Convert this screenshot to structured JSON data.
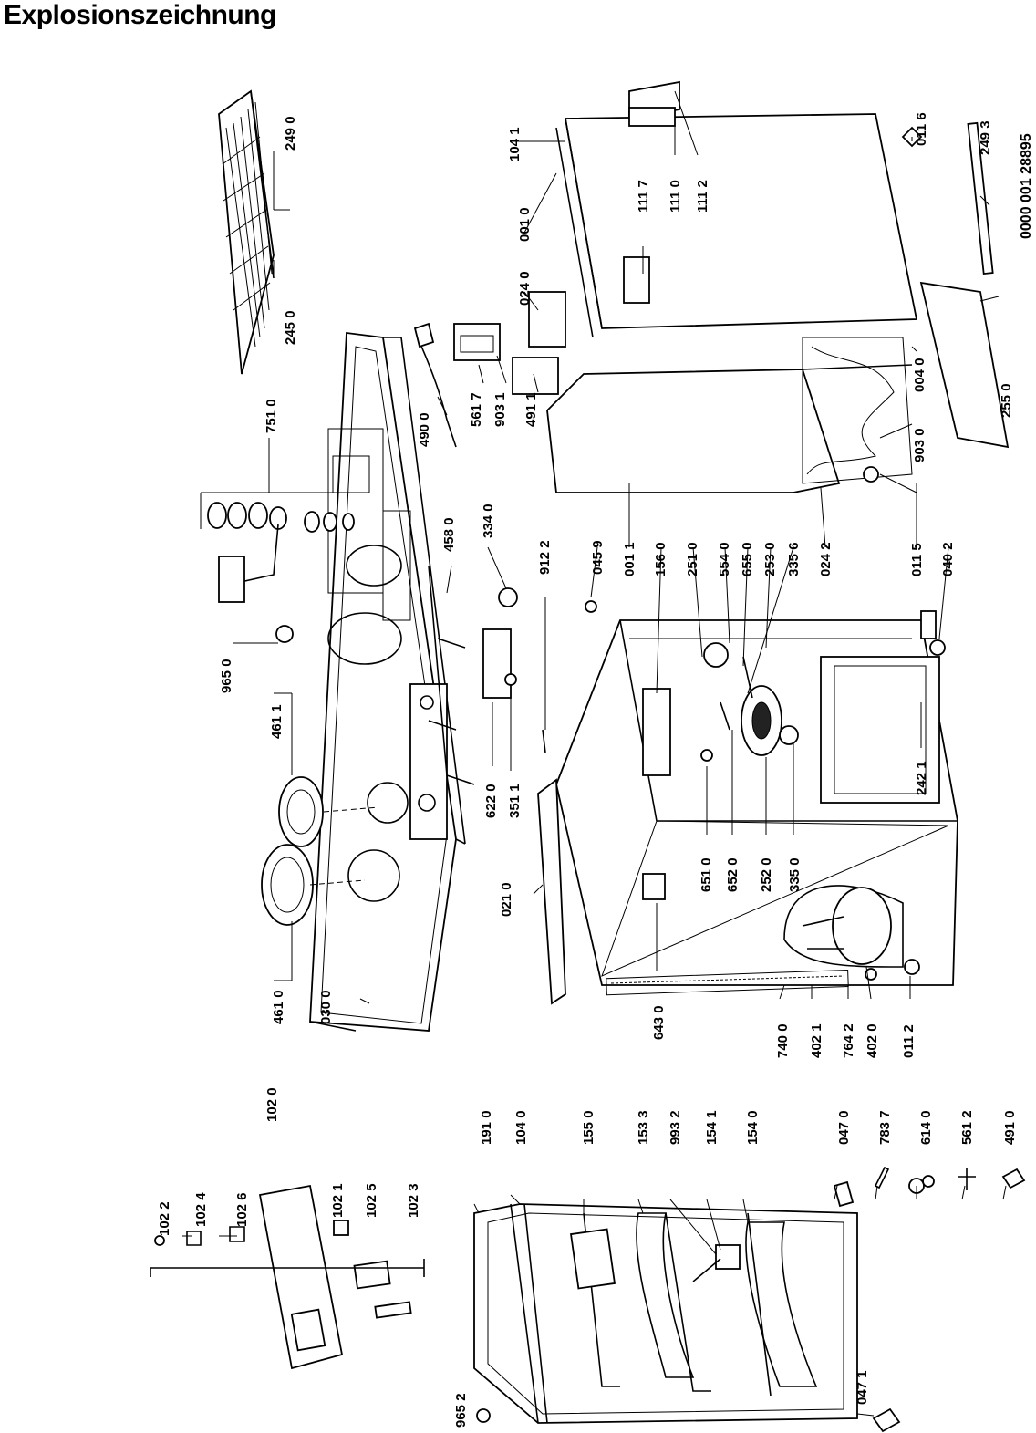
{
  "title": "Explosionszeichnung",
  "doc_number": "0000 001 28895",
  "labels": {
    "l102_2": "102 2",
    "l102_4": "102 4",
    "l102_6": "102 6",
    "l102_1": "102 1",
    "l102_5": "102 5",
    "l102_3": "102 3",
    "l102_0": "102 0",
    "l965_2": "965 2",
    "l191_0": "191 0",
    "l104_0": "104 0",
    "l155_0": "155 0",
    "l153_3": "153 3",
    "l993_2": "993 2",
    "l154_1": "154 1",
    "l154_0": "154 0",
    "l047_0": "047 0",
    "l783_7": "783 7",
    "l614_0": "614 0",
    "l561_2": "561 2",
    "l491_0": "491 0",
    "l047_1": "047 1",
    "l461_0": "461 0",
    "l030_0": "030 0",
    "l965_0": "965 0",
    "l461_1": "461 1",
    "l751_0": "751 0",
    "l245_0": "245 0",
    "l249_0": "249 0",
    "l490_0": "490 0",
    "l561_7": "561 7",
    "l903_1": "903 1",
    "l491_1": "491 1",
    "l458_0": "458 0",
    "l334_0": "334 0",
    "l912_2": "912 2",
    "l622_0": "622 0",
    "l351_1": "351 1",
    "l021_0": "021 0",
    "l643_0": "643 0",
    "l740_0": "740 0",
    "l402_1": "402 1",
    "l764_2": "764 2",
    "l402_0": "402 0",
    "l011_2": "011 2",
    "l651_0": "651 0",
    "l652_0": "652 0",
    "l252_0": "252 0",
    "l335_0": "335 0",
    "l045_9": "045 9",
    "l001_1": "001 1",
    "l156_0": "156 0",
    "l251_0": "251 0",
    "l554_0": "554 0",
    "l655_0": "655 0",
    "l253_0": "253 0",
    "l335_6": "335 6",
    "l024_2": "024 2",
    "l242_1": "242 1",
    "l011_5": "011 5",
    "l040_2": "040 2",
    "l104_1": "104 1",
    "l001_0": "001 0",
    "l024_0": "024 0",
    "l111_7": "111 7",
    "l111_0": "111 0",
    "l111_2": "111 2",
    "l011_6": "011 6",
    "l249_3": "249 3",
    "l004_0": "004 0",
    "l903_0": "903 0",
    "l255_0": "255 0"
  }
}
